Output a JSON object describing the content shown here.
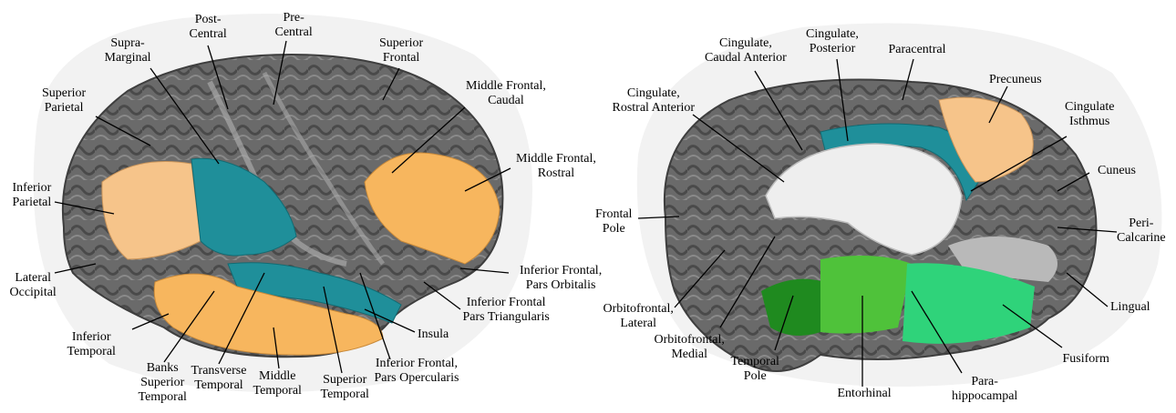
{
  "colors": {
    "gyrus_dark": "#5d5d5d",
    "gyrus_mid": "#777777",
    "gyrus_light": "#9a9a9a",
    "parietal_peach": "#f6c48a",
    "temporal_orange": "#f7b65e",
    "teal": "#1f8f9a",
    "green_dark": "#1f8a1f",
    "green_mid": "#4fc23a",
    "green_light": "#2fd37a",
    "corpus_white": "#eeeeee",
    "halo": "#f2f2f2"
  },
  "lateral_view": {
    "labels": [
      {
        "id": "postcentral",
        "lines": [
          "Post-",
          "Central"
        ]
      },
      {
        "id": "precentral",
        "lines": [
          "Pre-",
          "Central"
        ]
      },
      {
        "id": "supramarginal",
        "lines": [
          "Supra-",
          "Marginal"
        ]
      },
      {
        "id": "superior-frontal",
        "lines": [
          "Superior",
          "Frontal"
        ]
      },
      {
        "id": "superior-parietal",
        "lines": [
          "Superior",
          "Parietal"
        ]
      },
      {
        "id": "middle-frontal-caudal",
        "lines": [
          "Middle Frontal,",
          "Caudal"
        ]
      },
      {
        "id": "middle-frontal-rostral",
        "lines": [
          "Middle Frontal,",
          "Rostral"
        ]
      },
      {
        "id": "inferior-parietal",
        "lines": [
          "Inferior",
          "Parietal"
        ]
      },
      {
        "id": "lateral-occipital",
        "lines": [
          "Lateral",
          "Occipital"
        ]
      },
      {
        "id": "inferior-frontal-orbitalis",
        "lines": [
          "Inferior Frontal,",
          "Pars Orbitalis"
        ]
      },
      {
        "id": "inferior-frontal-triangularis",
        "lines": [
          "Inferior Frontal",
          "Pars Triangularis"
        ]
      },
      {
        "id": "inferior-temporal",
        "lines": [
          "Inferior",
          "Temporal"
        ]
      },
      {
        "id": "insula",
        "lines": [
          "Insula"
        ]
      },
      {
        "id": "banks-superior-temporal",
        "lines": [
          "Banks",
          "Superior",
          "Temporal"
        ]
      },
      {
        "id": "transverse-temporal",
        "lines": [
          "Transverse",
          "Temporal"
        ]
      },
      {
        "id": "middle-temporal",
        "lines": [
          "Middle",
          "Temporal"
        ]
      },
      {
        "id": "superior-temporal",
        "lines": [
          "Superior",
          "Temporal"
        ]
      },
      {
        "id": "inferior-frontal-opercularis",
        "lines": [
          "Inferior Frontal,",
          "Pars Opercularis"
        ]
      }
    ]
  },
  "medial_view": {
    "labels": [
      {
        "id": "cingulate-caudal-anterior",
        "lines": [
          "Cingulate,",
          "Caudal Anterior"
        ]
      },
      {
        "id": "cingulate-posterior",
        "lines": [
          "Cingulate,",
          "Posterior"
        ]
      },
      {
        "id": "paracentral",
        "lines": [
          "Paracentral"
        ]
      },
      {
        "id": "precuneus",
        "lines": [
          "Precuneus"
        ]
      },
      {
        "id": "cingulate-rostral-anterior",
        "lines": [
          "Cingulate,",
          "Rostral Anterior"
        ]
      },
      {
        "id": "cingulate-isthmus",
        "lines": [
          "Cingulate",
          "Isthmus"
        ]
      },
      {
        "id": "cuneus",
        "lines": [
          "Cuneus"
        ]
      },
      {
        "id": "frontal-pole",
        "lines": [
          "Frontal",
          "Pole"
        ]
      },
      {
        "id": "pericalcarine",
        "lines": [
          "Peri-",
          "Calcarine"
        ]
      },
      {
        "id": "lingual",
        "lines": [
          "Lingual"
        ]
      },
      {
        "id": "orbitofrontal-lateral",
        "lines": [
          "Orbitofrontal,",
          "Lateral"
        ]
      },
      {
        "id": "orbitofrontal-medial",
        "lines": [
          "Orbitofrontal,",
          "Medial"
        ]
      },
      {
        "id": "fusiform",
        "lines": [
          "Fusiform"
        ]
      },
      {
        "id": "temporal-pole",
        "lines": [
          "Temporal",
          "Pole"
        ]
      },
      {
        "id": "parahippocampal",
        "lines": [
          "Para-",
          "hippocampal"
        ]
      },
      {
        "id": "entorhinal",
        "lines": [
          "Entorhinal"
        ]
      }
    ]
  }
}
